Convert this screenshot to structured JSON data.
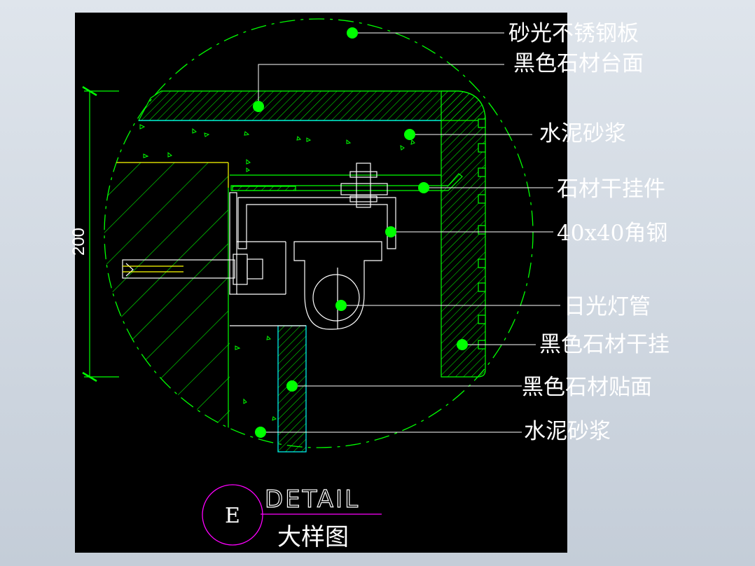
{
  "dimension": {
    "value": "200"
  },
  "callouts": [
    {
      "text": "砂光不锈钢板"
    },
    {
      "text": "黑色石材台面"
    },
    {
      "text": "水泥砂浆"
    },
    {
      "text": "石材干挂件"
    },
    {
      "text": "40x40角钢"
    },
    {
      "text": "日光灯管"
    },
    {
      "text": "黑色石材干挂"
    },
    {
      "text": "黑色石材贴面"
    },
    {
      "text": "水泥砂浆"
    }
  ],
  "detail": {
    "mark": "E",
    "title": "DETAIL",
    "subtitle": "大样图"
  },
  "colors": {
    "background": "#000000",
    "line": "#00ff00",
    "cyan": "#00ffff",
    "yellow": "#ffff00",
    "dot": "#00ff00",
    "magenta": "#ff00ff",
    "text": "#ffffff"
  }
}
